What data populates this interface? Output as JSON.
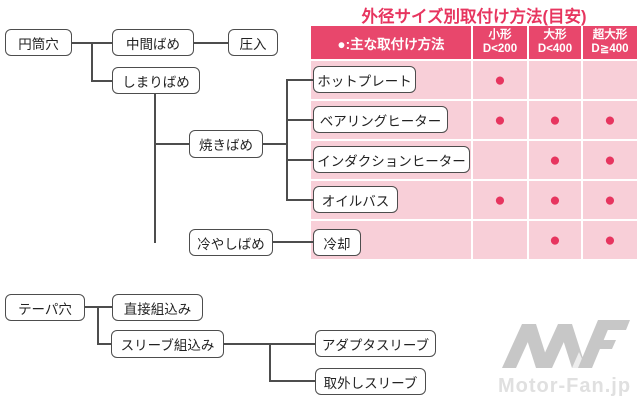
{
  "title": "外径サイズ別取付け方法(目安)",
  "tree": {
    "cylindrical_hole": "円筒穴",
    "intermediate_fit": "中間ばめ",
    "press_fit": "圧入",
    "interference_fit": "しまりばめ",
    "shrink_fit": "焼きばめ",
    "cold_fit": "冷やしばめ",
    "taper_hole": "テーパ穴",
    "direct_mount": "直接組込み",
    "sleeve_mount": "スリーブ組込み",
    "adapter_sleeve": "アダプタスリーブ",
    "withdrawal_sleeve": "取外しスリーブ"
  },
  "table": {
    "legend": "●:主な取付け方法",
    "columns": [
      {
        "name": "小形",
        "range": "D<200"
      },
      {
        "name": "大形",
        "range": "D<400"
      },
      {
        "name": "超大形",
        "range": "D≧400"
      }
    ],
    "rows": [
      {
        "label": "ホットプレート",
        "cells": [
          "●",
          "",
          ""
        ]
      },
      {
        "label": "ベアリングヒーター",
        "cells": [
          "●",
          "●",
          "●"
        ]
      },
      {
        "label": "インダクションヒーター",
        "cells": [
          "",
          "●",
          "●"
        ]
      },
      {
        "label": "オイルバス",
        "cells": [
          "●",
          "●",
          "●"
        ]
      },
      {
        "label": "冷却",
        "cells": [
          "",
          "●",
          "●"
        ]
      }
    ]
  },
  "watermark": {
    "text": "Motor-Fan.jp",
    "logo": "MF"
  },
  "colors": {
    "accent": "#e8476c",
    "dot": "#e7355f",
    "pink": "#f8cfd8",
    "line": "#4d4d4d",
    "logo": "#c7c7c7",
    "wmtext": "#e0e0e0"
  }
}
